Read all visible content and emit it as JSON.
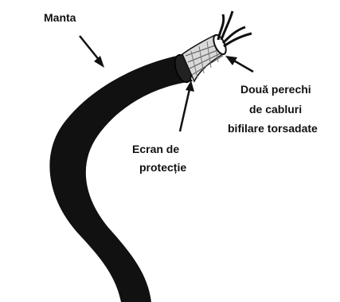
{
  "labels": {
    "manta": "Manta",
    "shield_line1": "Ecran de",
    "shield_line2": "protecție",
    "pairs_line1": "Două perechi",
    "pairs_line2": "de cabluri",
    "pairs_line3": "bifilare torsadate"
  },
  "colors": {
    "jacket": "#111111",
    "ink": "#111111",
    "shield": "#d9d9d9",
    "background": "#ffffff"
  }
}
